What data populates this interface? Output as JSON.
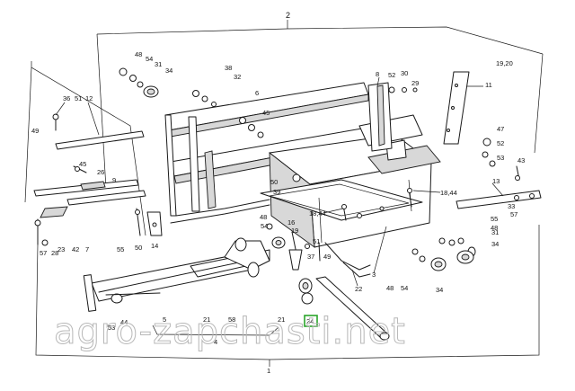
{
  "labels": [
    "2",
    "48",
    "54",
    "31",
    "34",
    "38",
    "32",
    "6",
    "45",
    "36",
    "51",
    "12",
    "49",
    "45",
    "26",
    "9",
    "8",
    "52",
    "30",
    "29",
    "11",
    "19,20",
    "47",
    "52",
    "53",
    "43",
    "13",
    "33",
    "57",
    "50",
    "18,44",
    "39",
    "18,44",
    "55",
    "48",
    "54",
    "16",
    "19",
    "51",
    "37",
    "49",
    "22",
    "23",
    "42",
    "7",
    "57",
    "28",
    "55",
    "50",
    "14",
    "54",
    "31",
    "34",
    "48",
    "54",
    "3",
    "34",
    "53",
    "44",
    "5",
    "21",
    "58",
    "21",
    "24",
    "4",
    "1"
  ],
  "highlight_label_index": 63,
  "highlight_color": "#2aa52a",
  "watermark": "agro-zapchasti.net"
}
